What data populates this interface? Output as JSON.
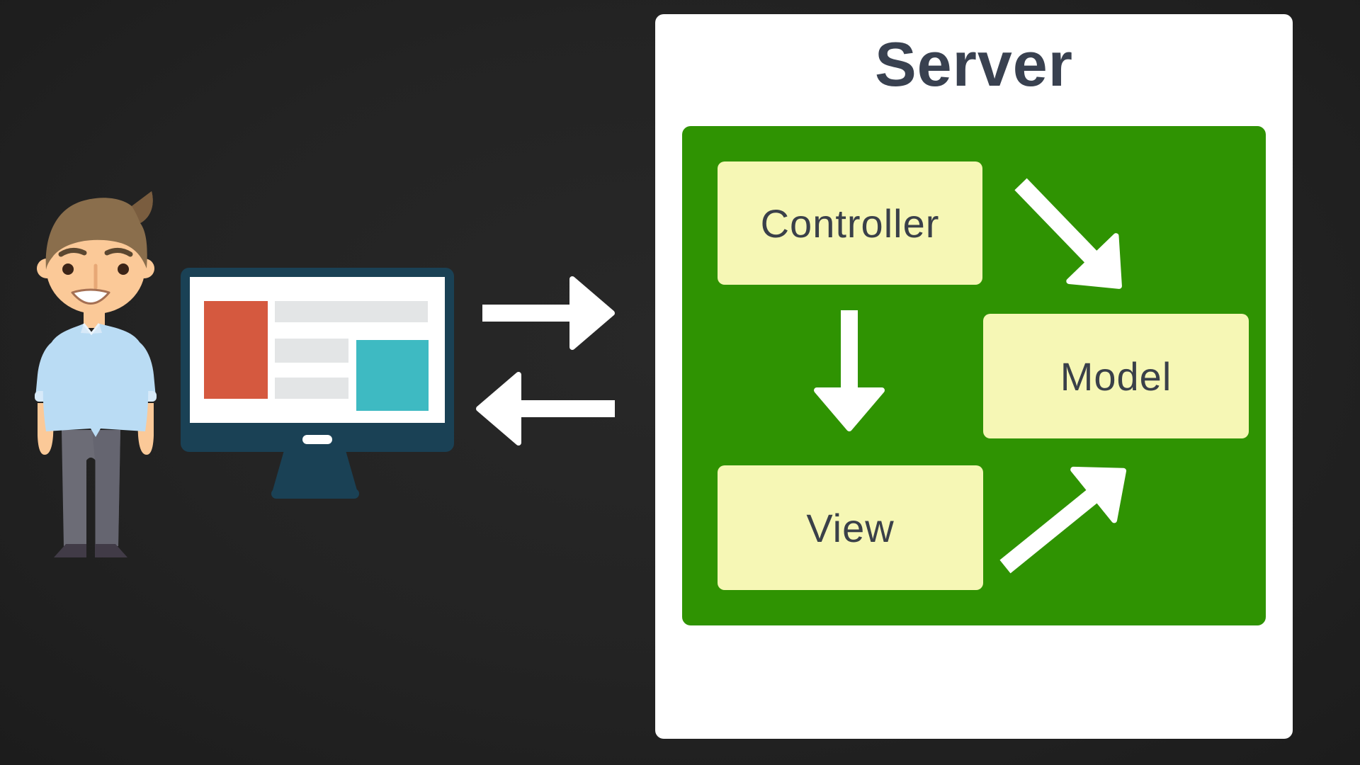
{
  "server": {
    "title": "Server",
    "nodes": [
      {
        "id": "controller",
        "label": "Controller"
      },
      {
        "id": "model",
        "label": "Model"
      },
      {
        "id": "view",
        "label": "View"
      }
    ]
  },
  "icons": {
    "person": "person-illustration",
    "monitor": "monitor-illustration",
    "request": "arrow-right-icon",
    "response": "arrow-left-icon",
    "controller_to_model": "arrow-down-right-icon",
    "controller_to_view": "arrow-down-icon",
    "view_to_model": "arrow-up-right-icon"
  },
  "colors": {
    "background": "#232323",
    "panel": "#FFFFFF",
    "title_text": "#394150",
    "green": "#2F9302",
    "node_fill": "#F6F7B5",
    "node_text": "#3A4049",
    "arrow": "#FFFFFF",
    "monitor_frame": "#1A4155",
    "screen": "#FFFFFF",
    "screen_red": "#D5593F",
    "screen_teal": "#3EBAC2",
    "screen_gray": "#E3E5E6",
    "skin": "#FBC998",
    "hair": "#8A6E4C",
    "hair_dark": "#7A5D3F",
    "shirt": "#BADCF4",
    "shirt_cuff": "#D7EAF9",
    "pants": "#6C6C76",
    "shoes": "#413B47"
  }
}
